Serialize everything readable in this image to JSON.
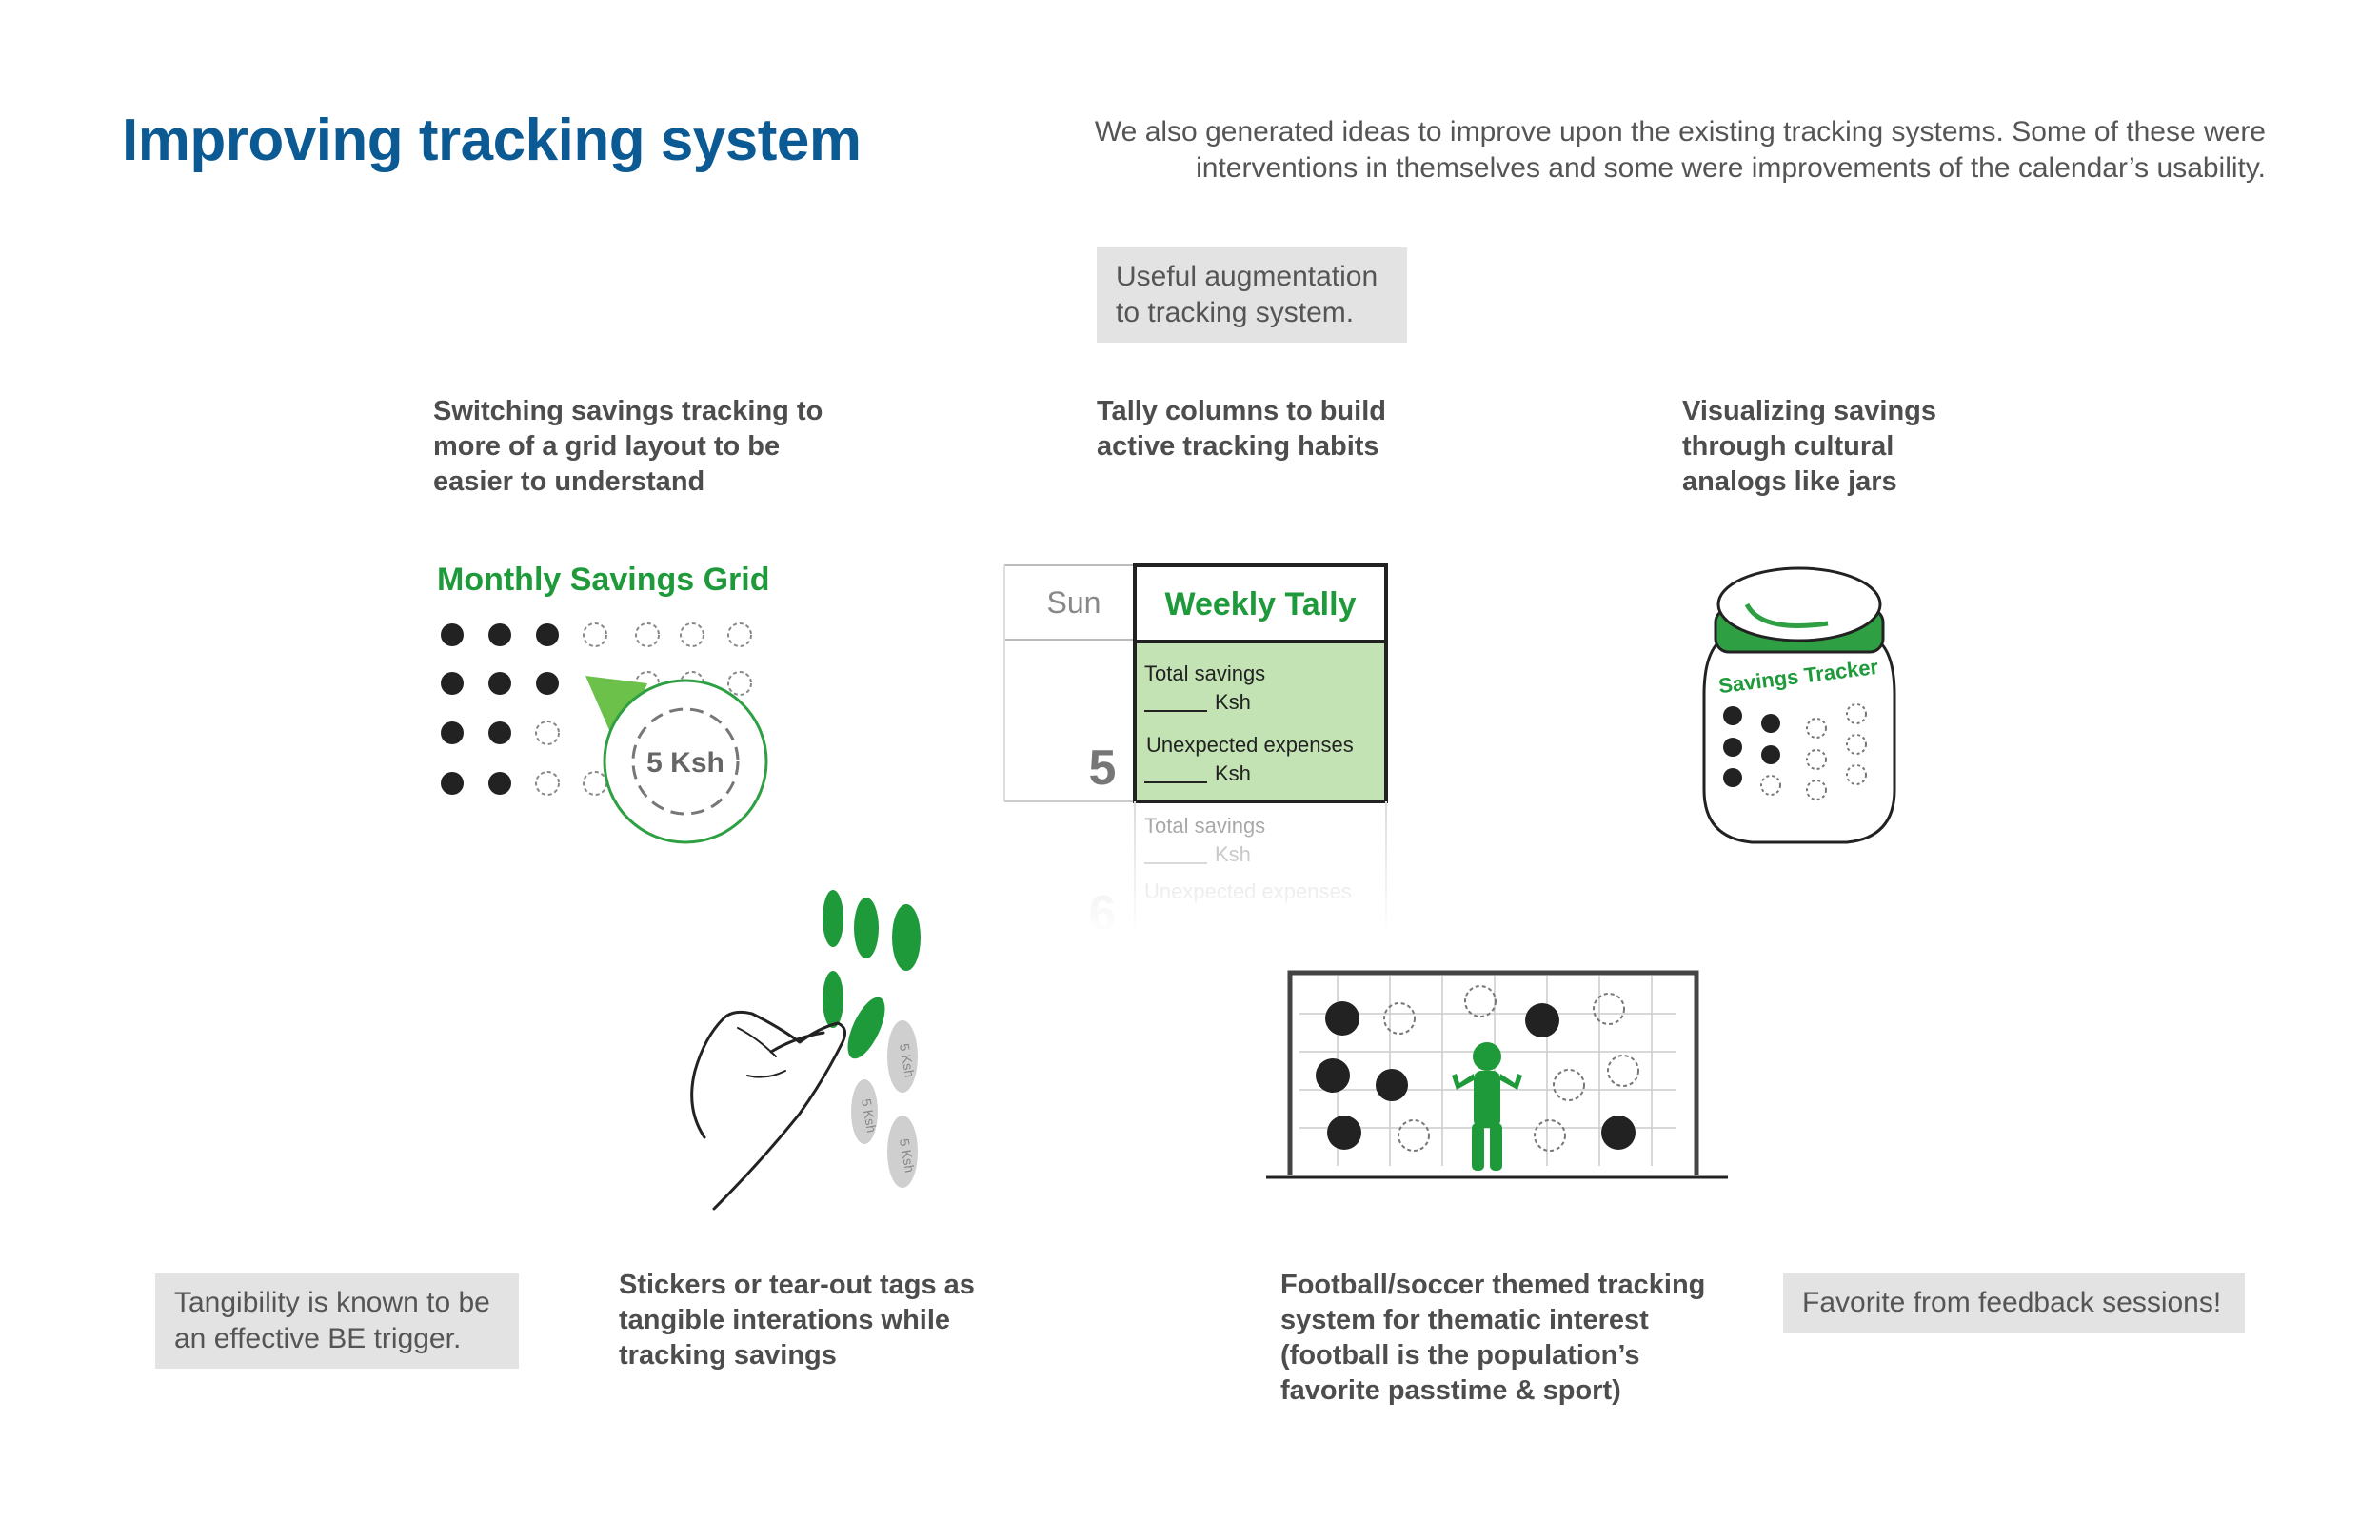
{
  "page": {
    "title": "Improving tracking system",
    "intro": "We also generated ideas to improve upon the existing tracking systems. Some of these were interventions in themselves and some were improvements of the calendar’s usability."
  },
  "notes": {
    "augmentation": "Useful augmentation to tracking system.",
    "tangibility": "Tangibility is known to be an effective BE trigger.",
    "favorite": "Favorite from feedback sessions!"
  },
  "ideas": {
    "grid": {
      "caption": "Switching savings tracking to more of a grid layout to be easier to understand",
      "heading": "Monthly Savings Grid",
      "coin_label": "5 Ksh"
    },
    "tally": {
      "caption": "Tally columns to build active tracking habits",
      "day_header": "Sun",
      "column_header": "Weekly Tally",
      "day_number": "5",
      "next_day_number": "6",
      "total_label": "Total savings",
      "currency": "Ksh",
      "expenses_label": "Unexpected expenses"
    },
    "jar": {
      "caption": "Visualizing savings through cultural analogs like jars",
      "label": "Savings Tracker"
    },
    "stickers": {
      "caption": "Stickers or tear-out tags as tangible interations while tracking savings",
      "tag_label": "5 Ksh"
    },
    "football": {
      "caption": "Football/soccer themed tracking system for thematic interest (football is the population’s favorite passtime & sport)"
    }
  },
  "colors": {
    "title_blue": "#0b5a94",
    "accent_green": "#1f9a3b",
    "tally_fill": "#c3e3b5",
    "note_gray": "#e3e3e3"
  }
}
